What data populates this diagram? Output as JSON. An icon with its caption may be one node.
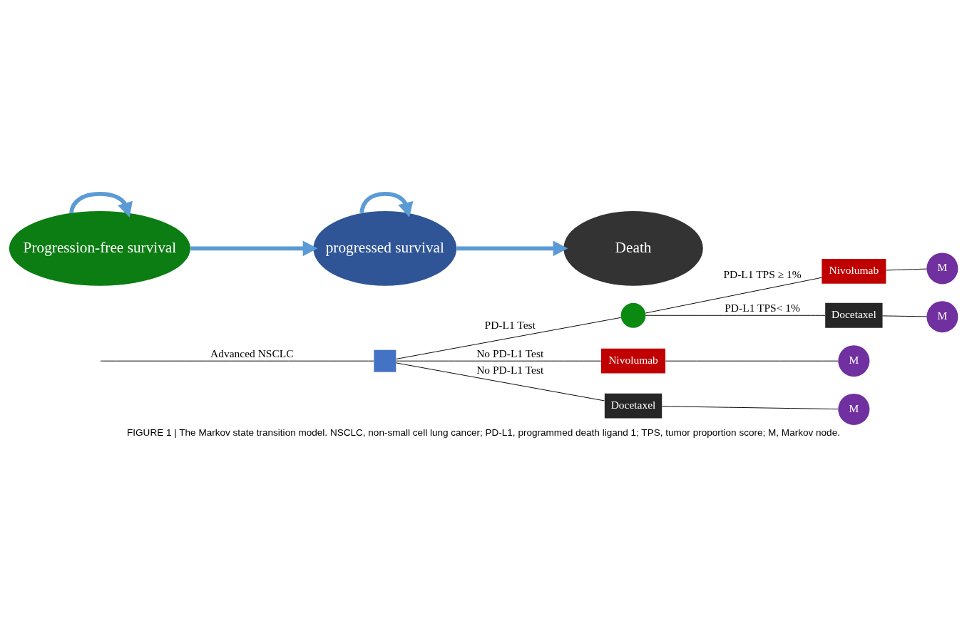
{
  "diagram": {
    "caption": "FIGURE 1 | The Markov state transition model. NSCLC, non-small cell lung cancer; PD-L1, programmed death ligand 1; TPS, tumor proportion score; M, Markov node.",
    "nodes": [
      {
        "text": [],
        "shape": "box"
      },
      {
        "text": [],
        "shape": "circle"
      },
      {
        "text": [
          "Nivolumab"
        ]
      },
      {
        "text": [
          "M"
        ]
      },
      {
        "text": [
          "Docetaxel"
        ]
      },
      {
        "text": [
          "M"
        ]
      },
      {
        "text": [
          "Nivolumab"
        ]
      },
      {
        "text": [
          "M"
        ]
      },
      {
        "text": [
          "Docetaxel"
        ]
      },
      {
        "text": [
          "M"
        ]
      },
      {
        "text": [
          "Progression-free survival"
        ]
      },
      {
        "text": [
          "progressed survival"
        ]
      },
      {
        "text": [
          "Death"
        ]
      }
    ],
    "edges": [
      {
        "from": null,
        "to": 0,
        "arrow": "none",
        "label": "Advanced NSCLC"
      },
      {
        "from": 0,
        "to": 1,
        "arrow": "none",
        "label": "PD-L1 Test"
      },
      {
        "from": 1,
        "to": 2,
        "arrow": "none",
        "label": "PD-L1 TPS ≥ 1%"
      },
      {
        "from": 2,
        "to": 3,
        "arrow": "none"
      },
      {
        "from": 1,
        "to": 4,
        "arrow": "none",
        "label": "PD-L1 TPS< 1%"
      },
      {
        "from": 4,
        "to": 5,
        "arrow": "none"
      },
      {
        "from": 0,
        "to": 6,
        "arrow": "none",
        "label": "No PD-L1 Test"
      },
      {
        "from": 6,
        "to": 7,
        "arrow": "none"
      },
      {
        "from": 0,
        "to": 8,
        "arrow": "none",
        "label": "No PD-L1 Test"
      },
      {
        "from": 8,
        "to": 9,
        "arrow": "none"
      },
      {
        "from": 10,
        "to": 10,
        "arrow": "to",
        "style": "thick",
        "color": "#5b9bd5"
      },
      {
        "from": 10,
        "to": 11,
        "arrow": "to",
        "style": "thick",
        "color": "#5b9bd5"
      },
      {
        "from": 11,
        "to": 11,
        "arrow": "to",
        "style": "thick",
        "color": "#5b9bd5"
      },
      {
        "from": 11,
        "to": 12,
        "arrow": "to",
        "style": "thick",
        "color": "#5b9bd5"
      }
    ]
  }
}
